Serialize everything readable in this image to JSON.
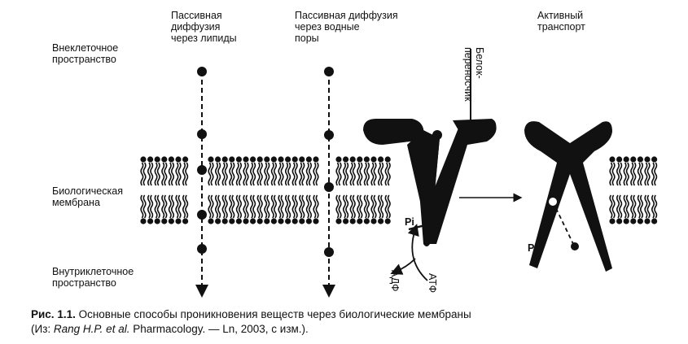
{
  "labels": {
    "extracellular": "Внеклеточное\nпространство",
    "membrane": "Биологическая\nмембрана",
    "intracellular": "Внутриклеточное\nпространство",
    "lipid_diffusion": "Пассивная\nдиффузия\nчерез липиды",
    "pore_diffusion": "Пассивная диффузия\nчерез водные\nпоры",
    "active_transport": "Активный\nтранспорт",
    "carrier_protein": "Белок-\nпереносчик",
    "pi_left": "Pi",
    "pi_right": "Pi",
    "adp": "АДФ",
    "atp": "АТФ"
  },
  "caption": {
    "label": "Рис. 1.1.",
    "text": " Основные способы проникновения веществ через биологические мембраны",
    "line2_prefix": "(Из: ",
    "authors": "Rang H.P. et al.",
    "line2_rest": " Pharmacology. — Ln, 2003, с изм.)."
  }
}
